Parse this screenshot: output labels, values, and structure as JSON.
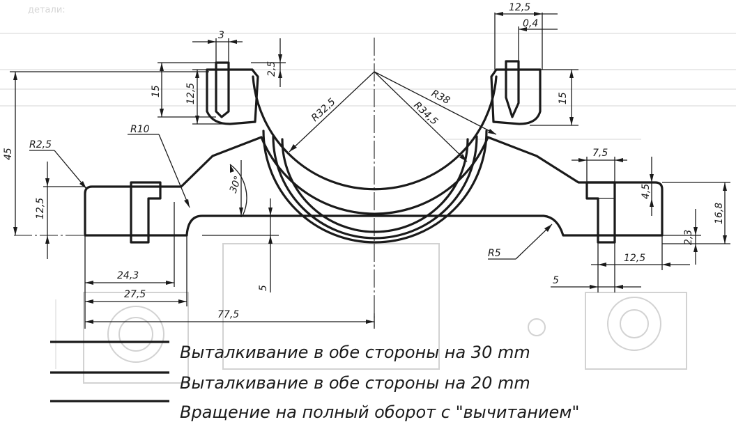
{
  "drawing": {
    "dimensions": {
      "top_width": "12,5",
      "top_offset": "0,4",
      "lug_width": "3",
      "lug_small": "2,5",
      "height_left_15": "15",
      "height_12_5": "12,5",
      "height_right_15": "15",
      "r_inner": "R32,5",
      "r_mid": "R34,5",
      "r_outer": "R38",
      "r10": "R10",
      "r2_5": "R2,5",
      "r5": "R5",
      "total_height": "45",
      "base_height": "12,5",
      "angle": "30°",
      "w_7_5": "7,5",
      "h_4_5": "4,5",
      "h_16_8": "16,8",
      "h_2_3": "2,3",
      "w_right_12_5": "12,5",
      "w_5_right": "5",
      "h_5_center": "5",
      "w_24_3": "24,3",
      "w_27_5": "27,5",
      "w_77_5": "77,5"
    }
  },
  "legend": {
    "items": [
      {
        "label": "Выталкивание в обе стороны на 30 mm"
      },
      {
        "label": "Выталкивание в обе стороны на 20 mm"
      },
      {
        "label": "Вращение на полный оборот с \"вычитанием\""
      }
    ]
  },
  "background_text": {
    "header": "детали:"
  }
}
